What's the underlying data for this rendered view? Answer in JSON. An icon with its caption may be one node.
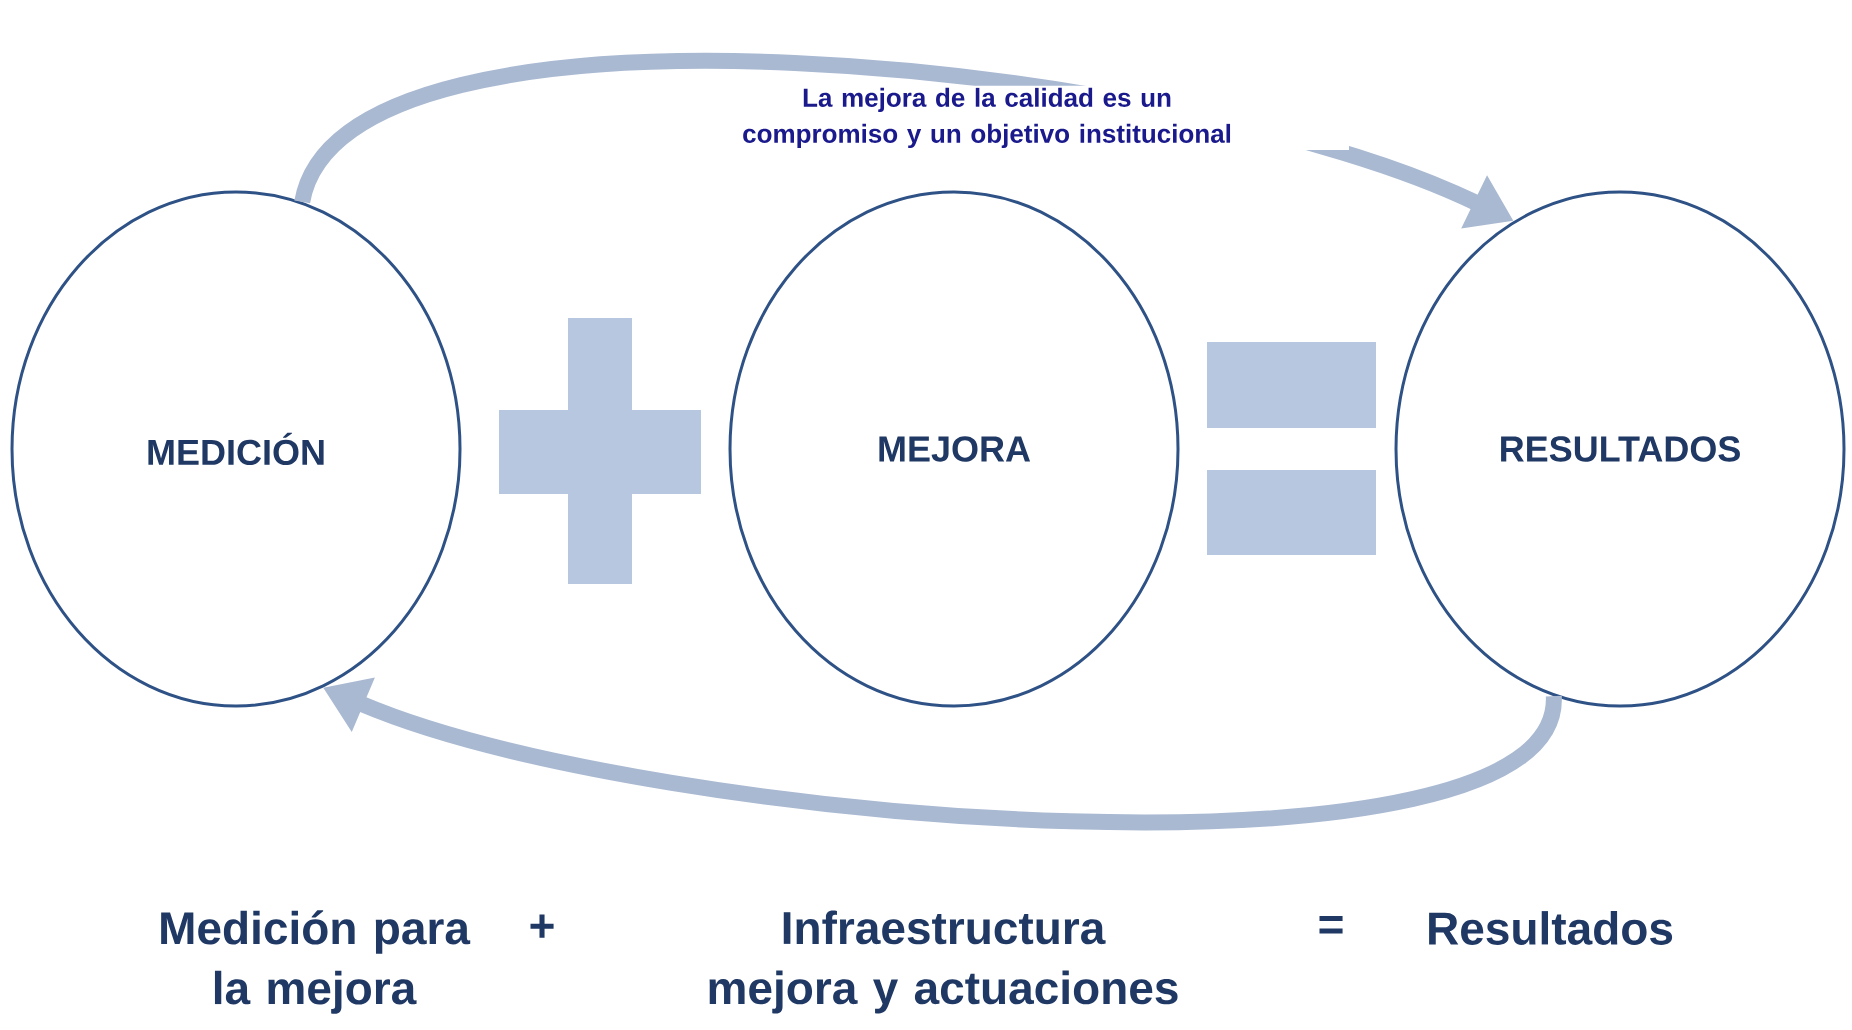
{
  "diagram": {
    "nodes": [
      {
        "text": [
          "MEDICIÓN"
        ]
      },
      {
        "text": [
          "MEJORA"
        ]
      },
      {
        "text": [
          "RESULTADOS"
        ]
      }
    ],
    "edges": [
      {
        "from": 0,
        "to": 2,
        "arrow": "to",
        "label": "La mejora de la calidad es un compromiso y un objetivo institucional"
      },
      {
        "from": 2,
        "to": 0,
        "arrow": "to"
      }
    ],
    "labels": [
      "Medición para la mejora",
      "+",
      "Infraestructura mejora y actuaciones",
      "=",
      "Resultados"
    ]
  }
}
